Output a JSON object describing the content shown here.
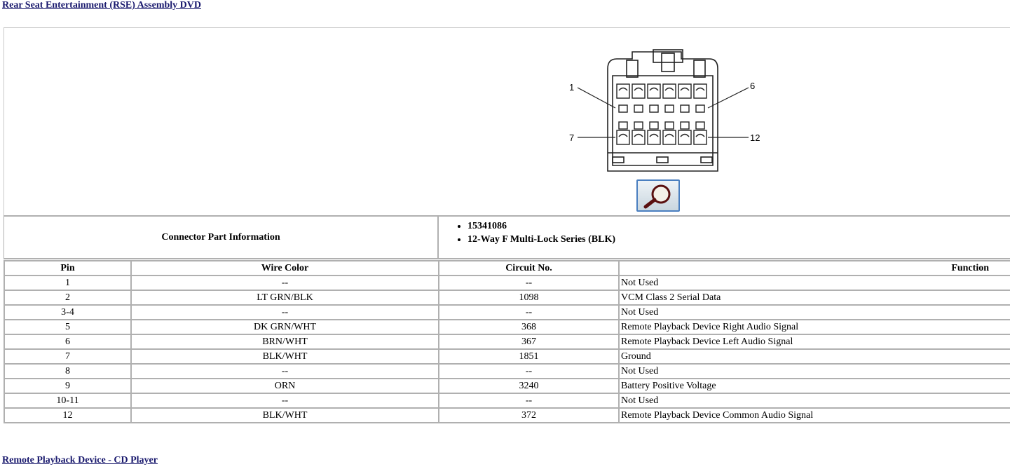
{
  "header": {
    "title_link": "Rear Seat Entertainment (RSE) Assembly DVD"
  },
  "diagram": {
    "pin_callouts": {
      "top_left": "1",
      "top_right": "6",
      "bottom_left": "7",
      "bottom_right": "12"
    },
    "zoom_icon": "magnifier-icon"
  },
  "connector_info": {
    "label": "Connector Part Information",
    "items": [
      "15341086",
      "12-Way F Multi-Lock Series (BLK)"
    ]
  },
  "table": {
    "headers": {
      "pin": "Pin",
      "wire_color": "Wire Color",
      "circuit": "Circuit No.",
      "function": "Function"
    },
    "rows": [
      {
        "pin": "1",
        "wire": "--",
        "circuit": "--",
        "function": "Not Used"
      },
      {
        "pin": "2",
        "wire": "LT GRN/BLK",
        "circuit": "1098",
        "function": "VCM Class 2 Serial Data"
      },
      {
        "pin": "3-4",
        "wire": "--",
        "circuit": "--",
        "function": "Not Used"
      },
      {
        "pin": "5",
        "wire": "DK GRN/WHT",
        "circuit": "368",
        "function": "Remote Playback Device Right Audio Signal"
      },
      {
        "pin": "6",
        "wire": "BRN/WHT",
        "circuit": "367",
        "function": "Remote Playback Device Left Audio Signal"
      },
      {
        "pin": "7",
        "wire": "BLK/WHT",
        "circuit": "1851",
        "function": "Ground"
      },
      {
        "pin": "8",
        "wire": "--",
        "circuit": "--",
        "function": "Not Used"
      },
      {
        "pin": "9",
        "wire": "ORN",
        "circuit": "3240",
        "function": "Battery Positive Voltage"
      },
      {
        "pin": "10-11",
        "wire": "--",
        "circuit": "--",
        "function": "Not Used"
      },
      {
        "pin": "12",
        "wire": "BLK/WHT",
        "circuit": "372",
        "function": "Remote Playback Device Common Audio Signal"
      }
    ]
  },
  "footer": {
    "next_link": "Remote Playback Device - CD Player"
  }
}
